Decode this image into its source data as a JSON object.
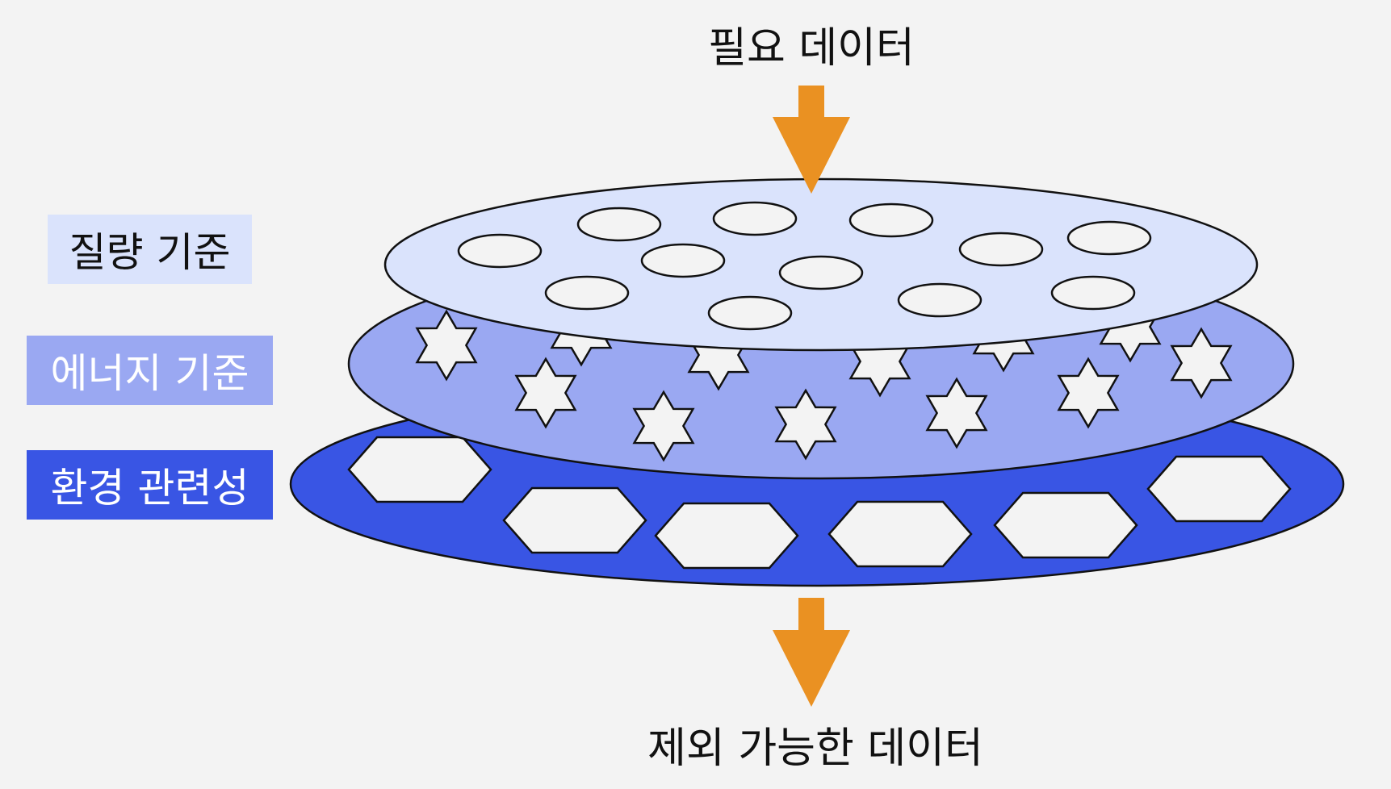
{
  "diagram": {
    "input_label": "필요 데이터",
    "output_label": "제외 가능한 데이터",
    "filters": [
      {
        "label": "질량 기준",
        "color": "#dae3fc",
        "text_color": "#111111",
        "hole_shape": "circle"
      },
      {
        "label": "에너지 기준",
        "color": "#9aa8f2",
        "text_color": "#ffffff",
        "hole_shape": "star"
      },
      {
        "label": "환경 관련성",
        "color": "#3955e4",
        "text_color": "#ffffff",
        "hole_shape": "hexagon"
      }
    ],
    "arrow_color": "#ea9122"
  }
}
